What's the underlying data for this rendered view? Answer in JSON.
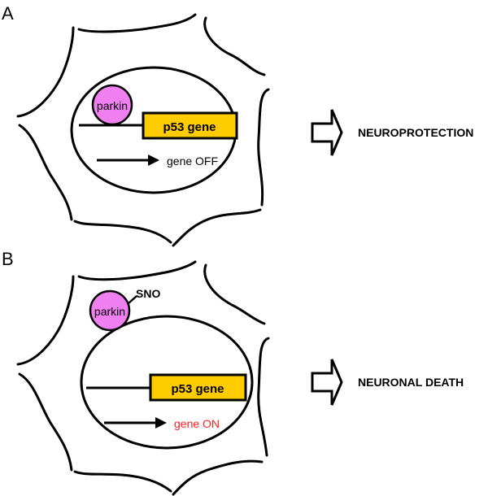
{
  "colors": {
    "gene_fill": "#FFCC00",
    "parkin_fill": "#F080F0",
    "gene_on_text": "#FF2020",
    "text": "#000000"
  },
  "panels": [
    {
      "label": "A",
      "parkin_label": "parkin",
      "gene_label": "p53 gene",
      "state_label": "gene OFF",
      "outcome_label": "NEUROPROTECTION",
      "modification_label": null
    },
    {
      "label": "B",
      "parkin_label": "parkin",
      "gene_label": "p53 gene",
      "state_label": "gene ON",
      "outcome_label": "NEURONAL DEATH",
      "modification_label": "SNO"
    }
  ]
}
